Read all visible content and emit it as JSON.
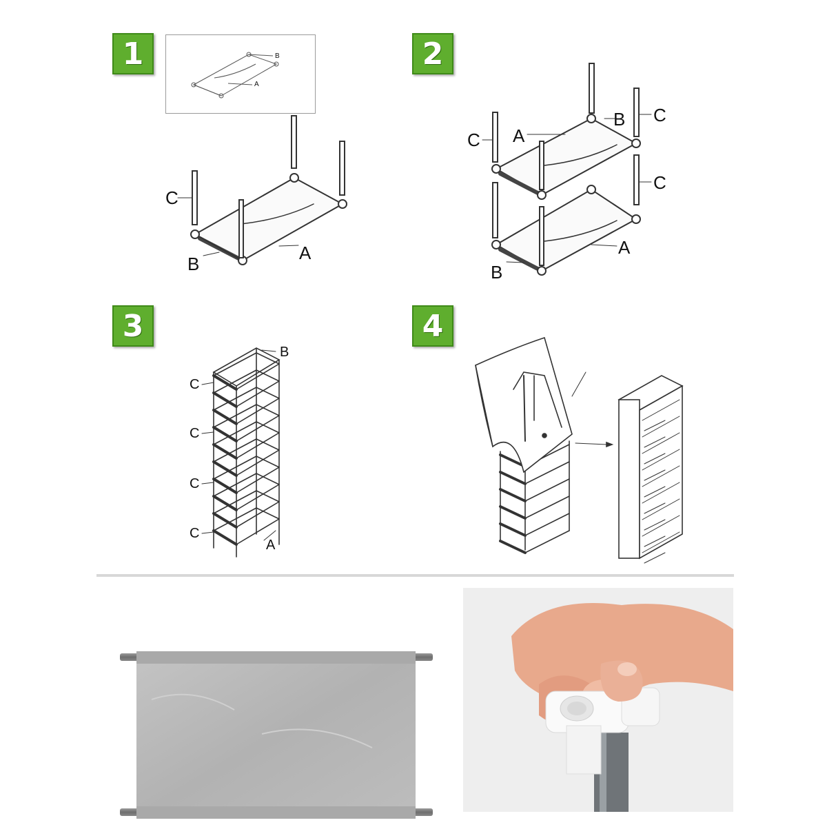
{
  "steps": [
    {
      "number": "1"
    },
    {
      "number": "2"
    },
    {
      "number": "3"
    },
    {
      "number": "4"
    }
  ],
  "labels": {
    "a": "A",
    "b": "B",
    "c": "C"
  },
  "colors": {
    "badge": "#5fae2e",
    "line": "#333333",
    "fabric": "#b9b9b9",
    "skin": "#e8a98c"
  }
}
